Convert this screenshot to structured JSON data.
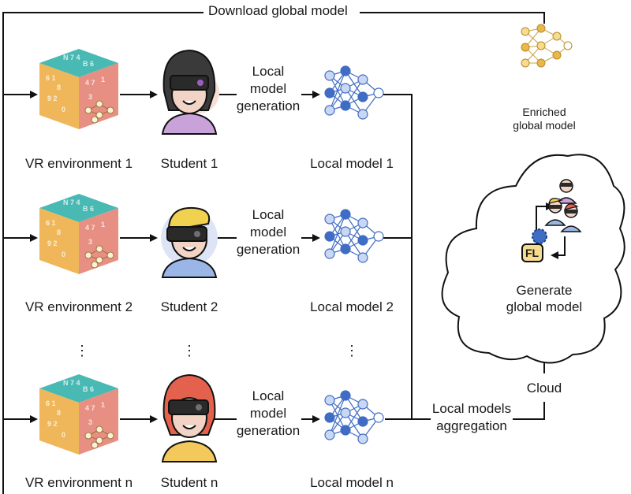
{
  "download_label": "Download global model",
  "rows": [
    {
      "env": "VR environment 1",
      "student": "Student 1",
      "gen": [
        "Local",
        "model",
        "generation"
      ],
      "model": "Local model 1"
    },
    {
      "env": "VR environment 2",
      "student": "Student 2",
      "gen": [
        "Local",
        "model",
        "generation"
      ],
      "model": "Local model 2"
    },
    {
      "env": "VR environment n",
      "student": "Student n",
      "gen": [
        "Local",
        "model",
        "generation"
      ],
      "model": "Local model n"
    }
  ],
  "ellipsis": "⋮",
  "enriched": [
    "Enriched",
    "global model"
  ],
  "cloud_title": [
    "Generate",
    "global model"
  ],
  "fl_badge": "FL",
  "cloud_label": "Cloud",
  "aggregation": [
    "Local models",
    "aggregation"
  ],
  "colors": {
    "line": "#111111",
    "cube_top": "#49b9b4",
    "cube_left": "#efb75a",
    "cube_right": "#e78f82",
    "node_blue": "#3f6cc4",
    "node_light": "#c9d7f2",
    "node_gold": "#e9b84a",
    "avatar_bg": "#f6ded7"
  },
  "icons": [
    "vr-environment-cube-icon",
    "student-avatar-icon",
    "neural-network-icon",
    "cloud-icon",
    "fl-gear-icon"
  ]
}
